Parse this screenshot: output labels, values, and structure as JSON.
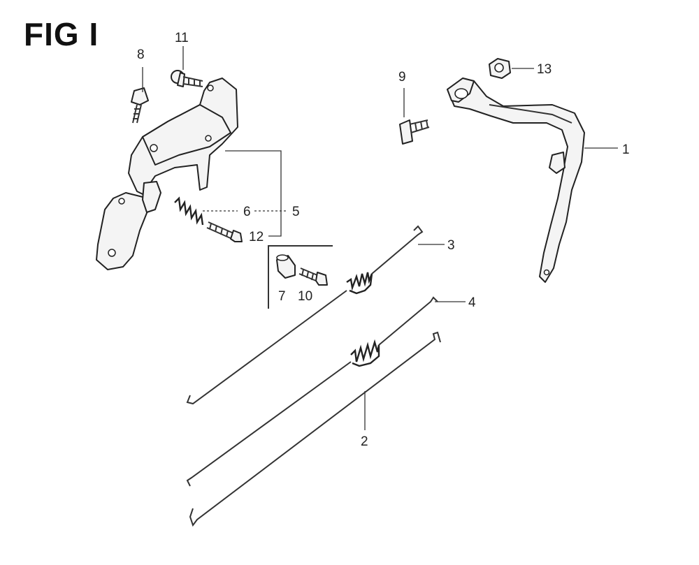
{
  "figure": {
    "title": "FIG I",
    "callouts": {
      "c1": "1",
      "c2": "2",
      "c3": "3",
      "c4": "4",
      "c5": "5",
      "c6": "6",
      "c7": "7",
      "c8": "8",
      "c9": "9",
      "c10": "10",
      "c11": "11",
      "c12": "12",
      "c13": "13"
    }
  }
}
